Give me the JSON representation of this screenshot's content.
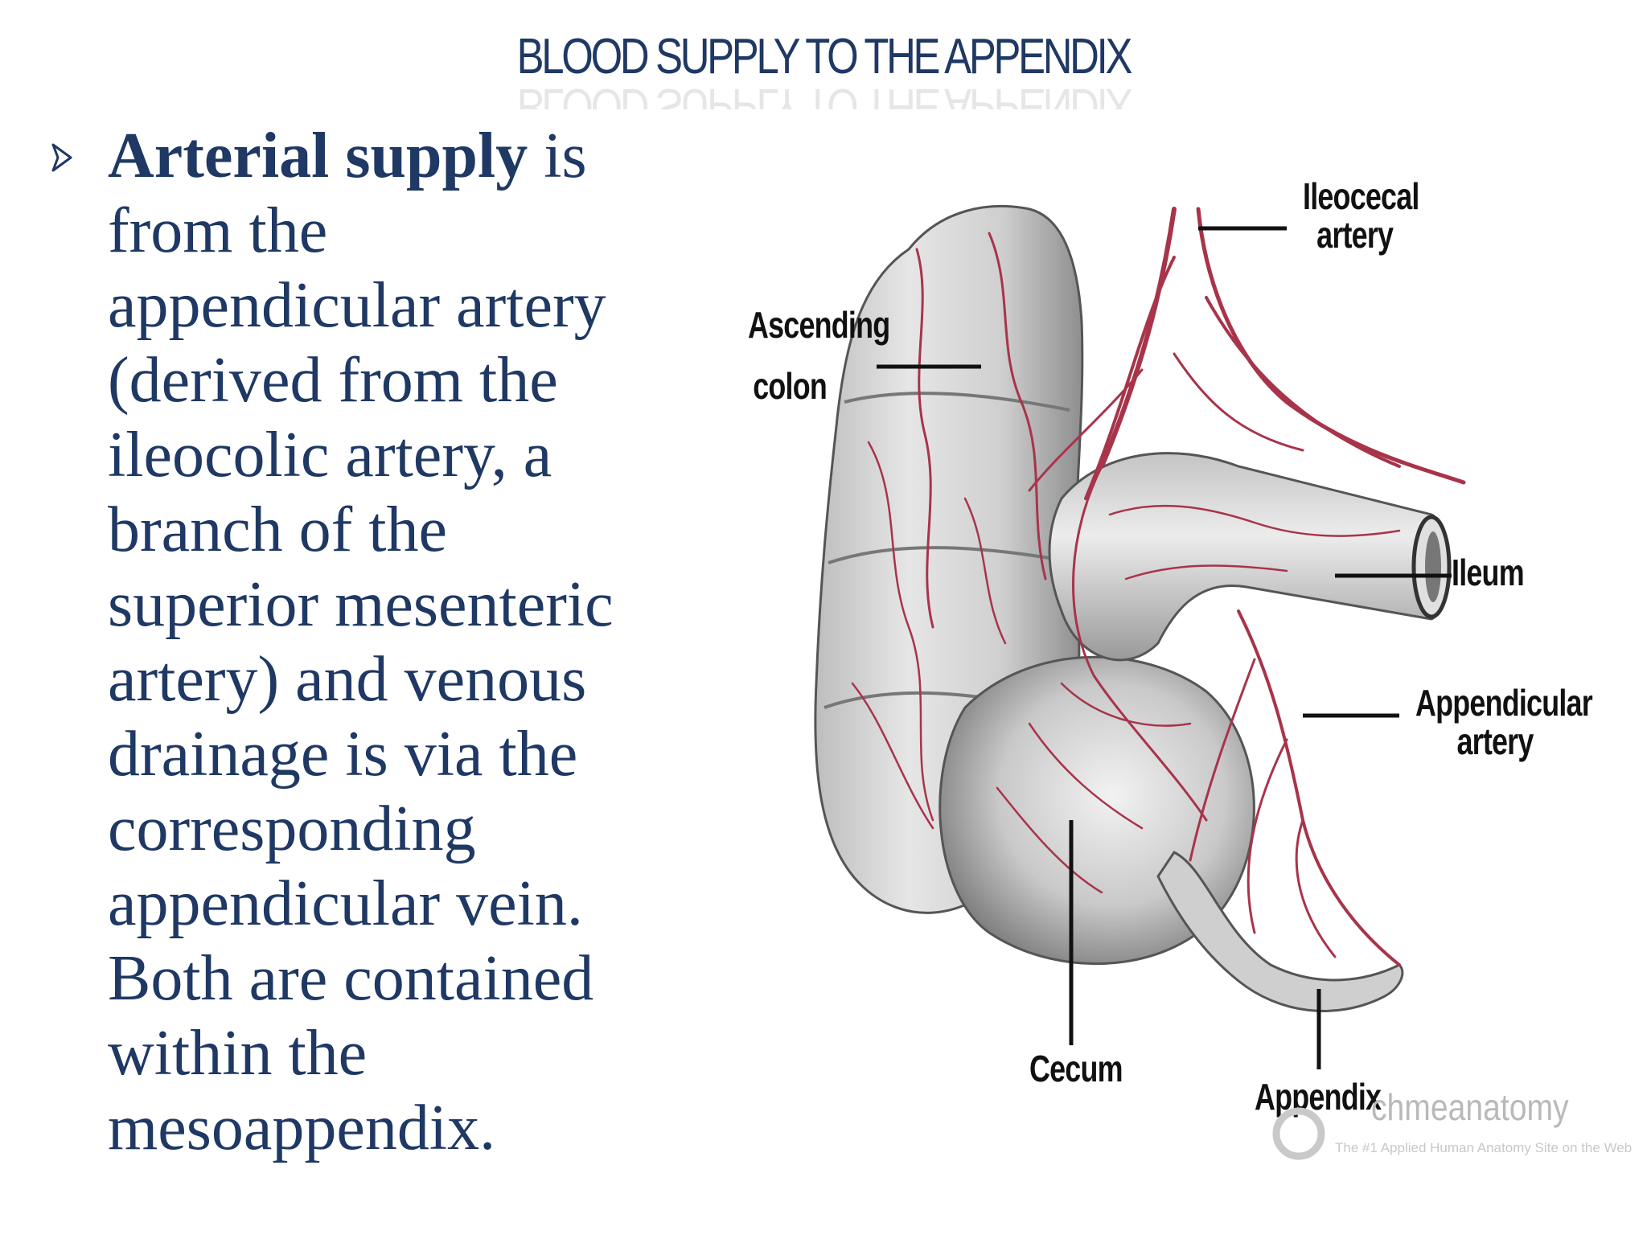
{
  "slide": {
    "title": "BLOOD SUPPLY TO THE APPENDIX",
    "body": {
      "bold_lead": "Arterial supply",
      "lines": [
        " is",
        "from the",
        "appendicular artery",
        "(derived from the",
        "ileocolic artery, a",
        "branch of the",
        "superior mesenteric",
        "artery) and venous",
        "drainage is via the",
        "corresponding",
        "appendicular vein.",
        "Both are contained",
        "within the",
        "mesoappendix."
      ]
    },
    "figure": {
      "labels": {
        "ascending_colon": [
          "Ascending",
          "colon"
        ],
        "ileocecal_artery": [
          "Ileocecal",
          "artery"
        ],
        "ileum": "Ileum",
        "appendicular_artery": [
          "Appendicular",
          "artery"
        ],
        "cecum": "Cecum",
        "appendix": "Appendix"
      },
      "watermark": {
        "brand": "chmeanatomy",
        "tagline": "The #1 Applied Human Anatomy Site on the Web"
      }
    },
    "colors": {
      "title": "#1f3864",
      "body_text": "#1f3864",
      "bullet": "#1f3864",
      "vessels": "#a8344a",
      "organ_fill": "#d9d9d9"
    }
  }
}
